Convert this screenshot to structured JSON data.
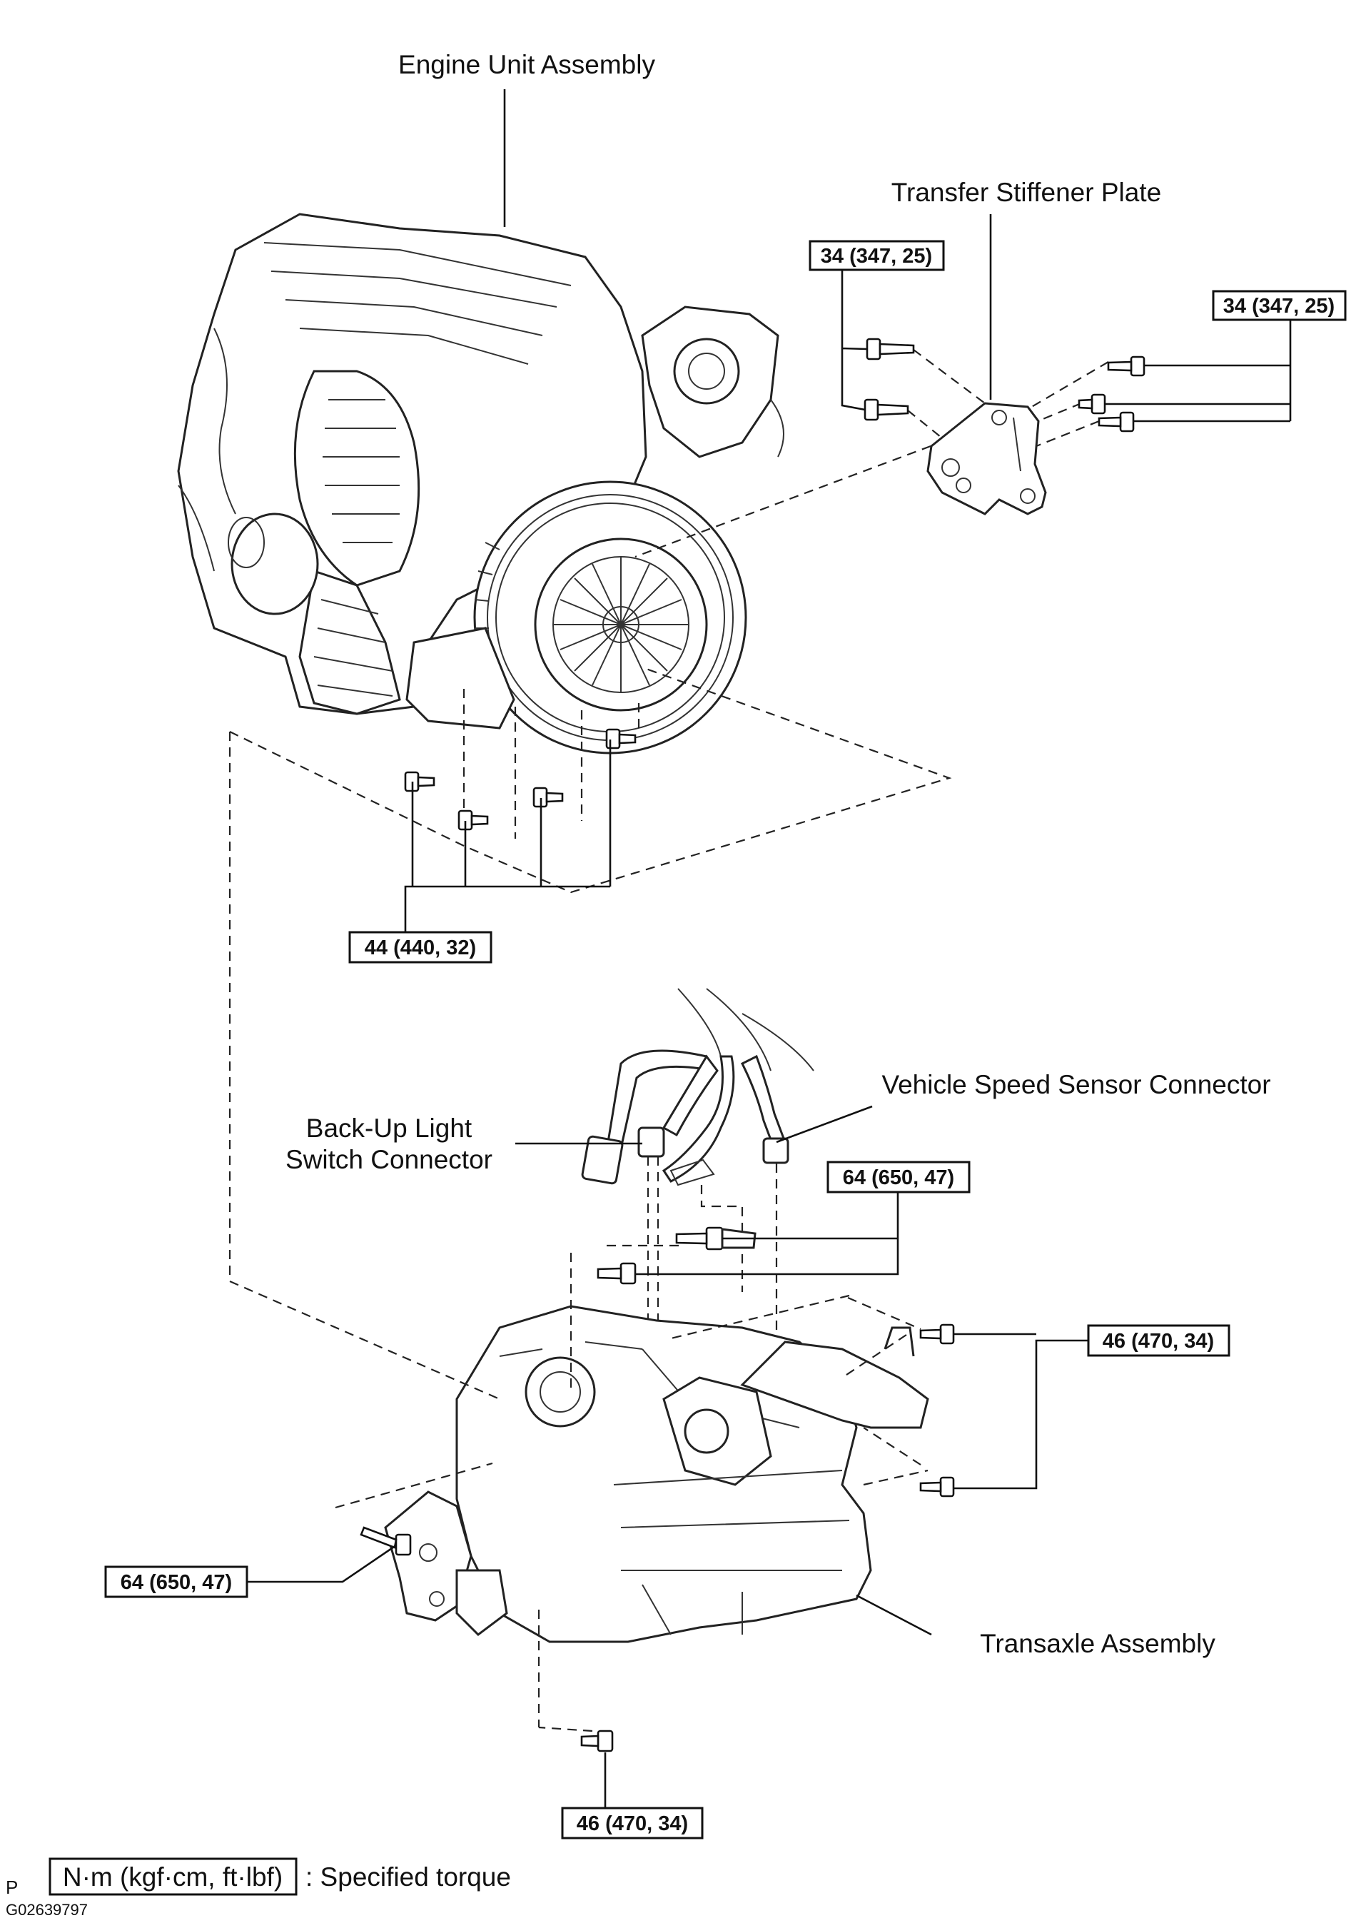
{
  "labels": {
    "engine_unit": "Engine Unit Assembly",
    "transfer_plate": "Transfer Stiffener Plate",
    "vehicle_speed_sensor": "Vehicle Speed Sensor Connector",
    "backup_light_line1": "Back-Up Light",
    "backup_light_line2": "Switch Connector",
    "transaxle": "Transaxle Assembly"
  },
  "torque": {
    "plate_left": "34 (347, 25)",
    "plate_right": "34 (347, 25)",
    "engine_lower": "44 (440, 32)",
    "transaxle_upper": "64 (650, 47)",
    "transaxle_right": "46 (470, 34)",
    "transaxle_left": "64 (650, 47)",
    "transaxle_bottom": "46 (470, 34)"
  },
  "legend": {
    "unit": "N·m (kgf·cm, ft·lbf)",
    "desc": ": Specified torque"
  },
  "footer": {
    "letter": "P",
    "code": "G02639797"
  }
}
